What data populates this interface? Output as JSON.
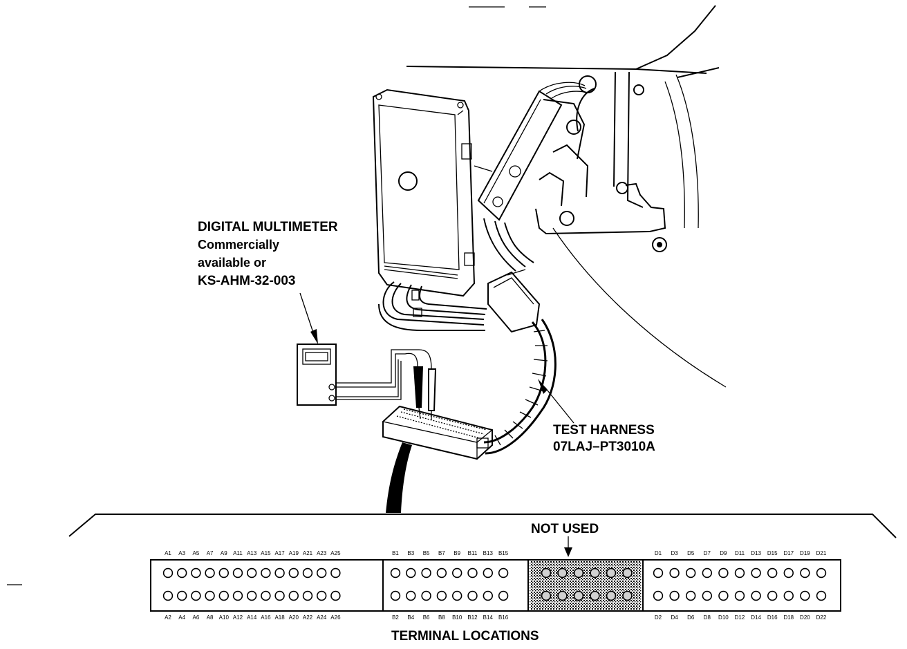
{
  "labels": {
    "multimeter_title": "DIGITAL MULTIMETER",
    "multimeter_line1": "Commercially",
    "multimeter_line2": "available or",
    "multimeter_part": "KS-AHM-32-003",
    "harness_title": "TEST HARNESS",
    "harness_part": "07LAJ–PT3010A",
    "not_used": "NOT USED",
    "terminal_locations": "TERMINAL LOCATIONS"
  },
  "connector": {
    "groups": [
      {
        "name": "A",
        "top_labels": [
          "A1",
          "A3",
          "A5",
          "A7",
          "A9",
          "A11",
          "A13",
          "A15",
          "A17",
          "A19",
          "A21",
          "A23",
          "A25"
        ],
        "bottom_labels": [
          "A2",
          "A4",
          "A6",
          "A8",
          "A10",
          "A12",
          "A14",
          "A16",
          "A18",
          "A20",
          "A22",
          "A24",
          "A26"
        ],
        "used": true
      },
      {
        "name": "B",
        "top_labels": [
          "B1",
          "B3",
          "B5",
          "B7",
          "B9",
          "B11",
          "B13",
          "B15"
        ],
        "bottom_labels": [
          "B2",
          "B4",
          "B6",
          "B8",
          "B10",
          "B12",
          "B14",
          "B16"
        ],
        "used": true
      },
      {
        "name": "C",
        "top_labels": [
          "",
          "",
          "",
          "",
          "",
          ""
        ],
        "bottom_labels": [
          "",
          "",
          "",
          "",
          "",
          ""
        ],
        "used": false
      },
      {
        "name": "D",
        "top_labels": [
          "D1",
          "D3",
          "D5",
          "D7",
          "D9",
          "D11",
          "D13",
          "D15",
          "D17",
          "D19",
          "D21"
        ],
        "bottom_labels": [
          "D2",
          "D4",
          "D6",
          "D8",
          "D10",
          "D12",
          "D14",
          "D16",
          "D18",
          "D20",
          "D22"
        ],
        "used": true
      }
    ]
  },
  "colors": {
    "ink": "#000000",
    "paper": "#ffffff",
    "shade": "#6e6e6e"
  }
}
